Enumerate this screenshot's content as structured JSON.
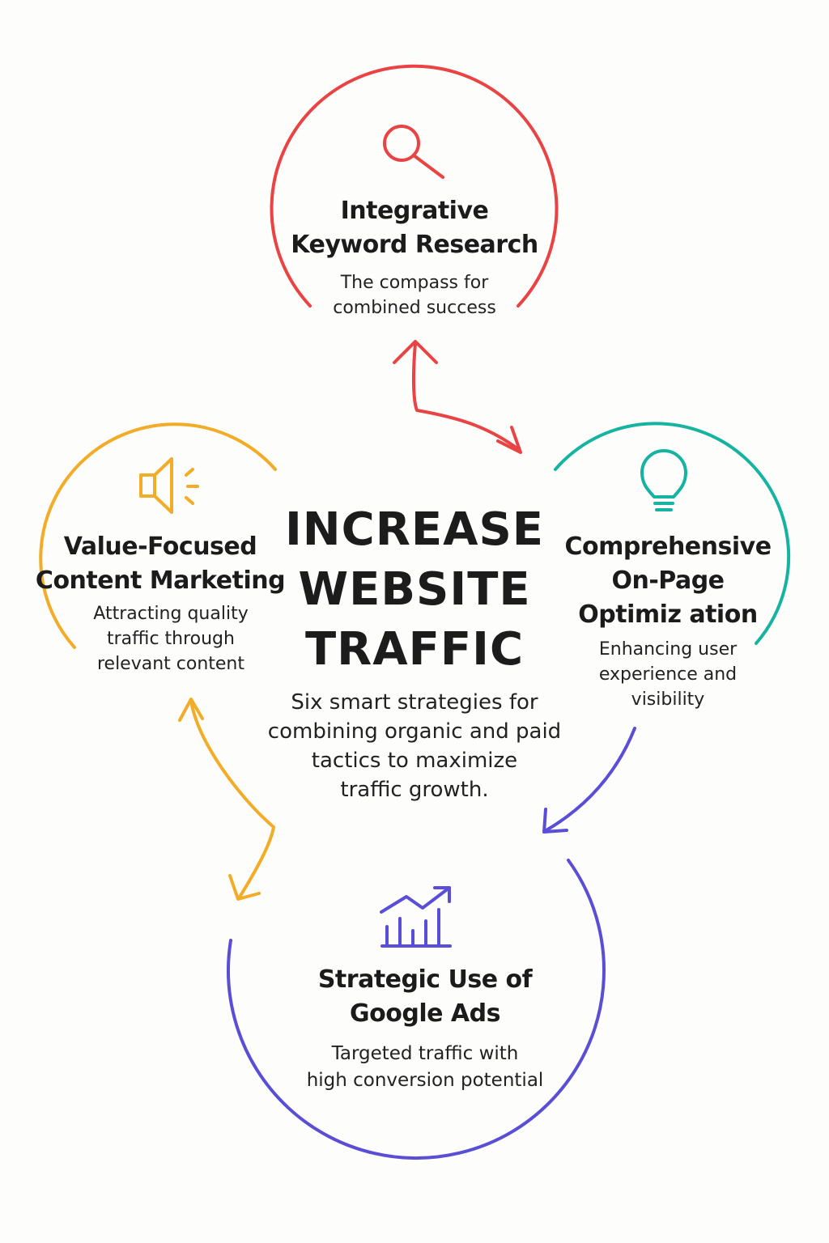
{
  "center": {
    "title_lines": [
      "INCREASE",
      "WEBSITE",
      "TRAFFIC"
    ],
    "subtitle_lines": [
      "Six smart strategies for",
      "combining organic and paid",
      "tactics to maximize",
      "traffic growth."
    ]
  },
  "nodes": [
    {
      "id": "keyword-research",
      "icon": "magnifier-icon",
      "color": "#ea4343",
      "title_lines": [
        "Integrative",
        "Keyword Research"
      ],
      "desc_lines": [
        "The compass for",
        "combined success"
      ]
    },
    {
      "id": "on-page",
      "icon": "lightbulb-icon",
      "color": "#16b3a1",
      "title_lines": [
        "Comprehensive",
        "On-Page",
        "Optimiz ation"
      ],
      "desc_lines": [
        "Enhancing user",
        "experience and",
        "visibility"
      ]
    },
    {
      "id": "content-marketing",
      "icon": "megaphone-icon",
      "color": "#f2ac27",
      "title_lines": [
        "Value-Focused",
        "Content Marketing"
      ],
      "desc_lines": [
        "Attracting quality",
        "traffic through",
        "relevant content"
      ]
    },
    {
      "id": "google-ads",
      "icon": "growth-chart-icon",
      "color": "#5a4ed6",
      "title_lines": [
        "Strategic Use of",
        "Google Ads"
      ],
      "desc_lines": [
        "Targeted traffic with",
        "high conversion potential"
      ]
    }
  ]
}
